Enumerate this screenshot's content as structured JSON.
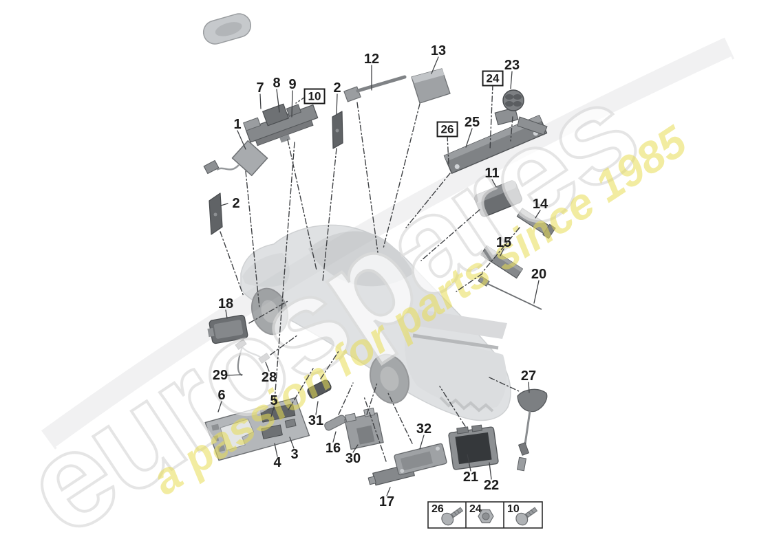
{
  "watermark": {
    "brand": "eurospares",
    "slogan": "a passion for parts since 1985"
  },
  "colors": {
    "slogan_yellow": "#e8dd55",
    "watermark_gray": "#dcdcdc",
    "leader_line": "#3f4144",
    "car_body": "#ccd0d3",
    "part_gray": "#8d9093",
    "label_text": "#1b1b1b"
  },
  "diagram": {
    "title": "vehicle anti-theft / antenna components part diagram",
    "callouts": [
      {
        "text": "1",
        "boxed": false
      },
      {
        "text": "2",
        "boxed": false
      },
      {
        "text": "2",
        "boxed": false
      },
      {
        "text": "3",
        "boxed": false
      },
      {
        "text": "4",
        "boxed": false
      },
      {
        "text": "5",
        "boxed": false
      },
      {
        "text": "6",
        "boxed": false
      },
      {
        "text": "7",
        "boxed": false
      },
      {
        "text": "8",
        "boxed": false
      },
      {
        "text": "9",
        "boxed": false
      },
      {
        "text": "10",
        "boxed": true
      },
      {
        "text": "11",
        "boxed": false
      },
      {
        "text": "12",
        "boxed": false
      },
      {
        "text": "13",
        "boxed": false
      },
      {
        "text": "14",
        "boxed": false
      },
      {
        "text": "15",
        "boxed": false
      },
      {
        "text": "16",
        "boxed": false
      },
      {
        "text": "17",
        "boxed": false
      },
      {
        "text": "18",
        "boxed": false
      },
      {
        "text": "20",
        "boxed": false
      },
      {
        "text": "21",
        "boxed": false
      },
      {
        "text": "22",
        "boxed": false
      },
      {
        "text": "23",
        "boxed": false
      },
      {
        "text": "24",
        "boxed": true
      },
      {
        "text": "25",
        "boxed": false
      },
      {
        "text": "26",
        "boxed": true
      },
      {
        "text": "27",
        "boxed": false
      },
      {
        "text": "28",
        "boxed": false
      },
      {
        "text": "29",
        "boxed": false
      },
      {
        "text": "30",
        "boxed": false
      },
      {
        "text": "31",
        "boxed": false
      },
      {
        "text": "32",
        "boxed": false
      }
    ],
    "fastener_box": {
      "cells": [
        {
          "label": "26",
          "icon": "washer-screw-icon"
        },
        {
          "label": "24",
          "icon": "hex-nut-icon"
        },
        {
          "label": "10",
          "icon": "washer-screw-icon"
        }
      ]
    }
  }
}
